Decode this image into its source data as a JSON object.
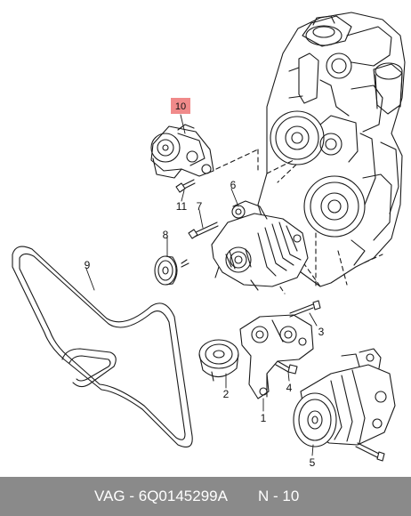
{
  "diagram": {
    "highlight_color": "#f08a8a",
    "callouts": [
      {
        "id": "10",
        "label": "10",
        "highlighted": true
      },
      {
        "id": "11",
        "label": "11"
      },
      {
        "id": "7",
        "label": "7"
      },
      {
        "id": "6",
        "label": "6"
      },
      {
        "id": "8",
        "label": "8"
      },
      {
        "id": "9",
        "label": "9"
      },
      {
        "id": "3",
        "label": "3"
      },
      {
        "id": "4",
        "label": "4"
      },
      {
        "id": "2",
        "label": "2"
      },
      {
        "id": "1",
        "label": "1"
      },
      {
        "id": "5",
        "label": "5"
      }
    ]
  },
  "footer": {
    "code": "VAG - 6Q0145299A",
    "number": "N - 10",
    "background": "#8a8a8a"
  }
}
